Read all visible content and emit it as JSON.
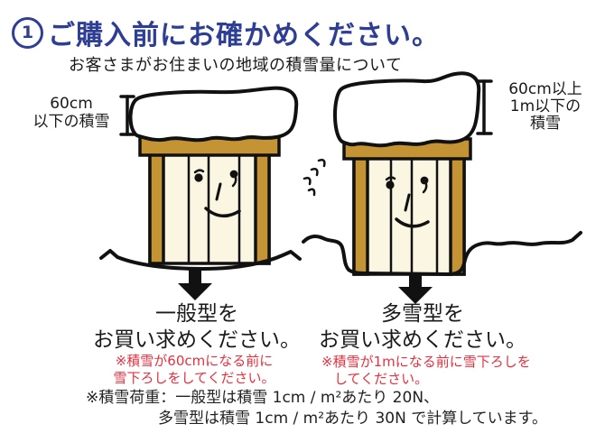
{
  "header": {
    "number": "1",
    "title": "ご購入前にお確かめください。",
    "subtitle": "お客さまがお住まいの地域の積雪量について"
  },
  "left": {
    "snow_label_line1": "60cm",
    "snow_label_line2": "以下の積雪",
    "claim_line1": "一般型を",
    "claim_line2": "お買い求めください。",
    "warning_line1": "※積雪が60cmになる前に",
    "warning_line2": "雪下ろしをしてください。"
  },
  "right": {
    "snow_label_line1": "60cm以上",
    "snow_label_line2": "1m以下の",
    "snow_label_line3": "積雪",
    "claim_line1": "多雪型を",
    "claim_line2": "お買い求めください。",
    "warning_line1": "※積雪が1mになる前に雪下ろしを",
    "warning_line2": "してください。"
  },
  "footnote": {
    "line1": "※積雪荷重：一般型は積雪 1cm / m²あたり 20N、",
    "line2": "多雪型は積雪 1cm / m²あたり 30N で計算しています。"
  },
  "colors": {
    "title_blue": "#2d3e94",
    "warning_red": "#e8303f",
    "shed_brown": "#c49434",
    "shed_panel": "#faf6e2",
    "outline": "#111111"
  }
}
